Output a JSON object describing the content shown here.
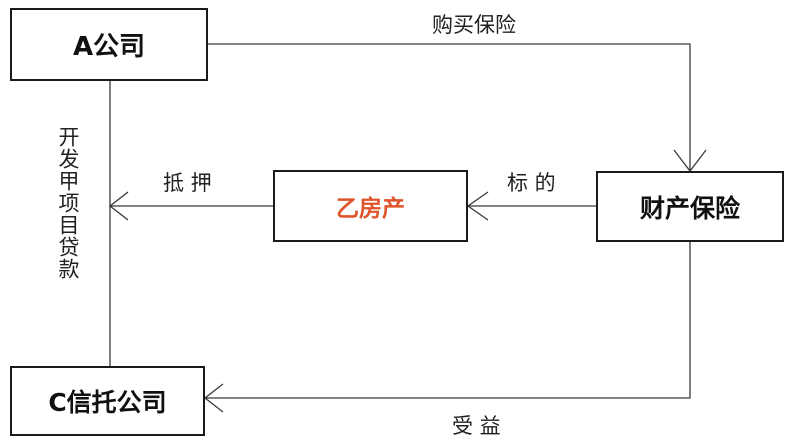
{
  "nodes": {
    "company_a": "A公司",
    "property_b": "乙房产",
    "property_insurance": "财产保险",
    "trust_c": "C信托公司"
  },
  "edges": {
    "buy_insurance": "购买保险",
    "subject_matter": "标 的",
    "mortgage": "抵 押",
    "beneficiary": "受 益",
    "development_loan": "开发甲项目贷款"
  },
  "colors": {
    "highlight": "#e0542a",
    "line": "#3a3a3a",
    "border": "#1a1a1a"
  }
}
